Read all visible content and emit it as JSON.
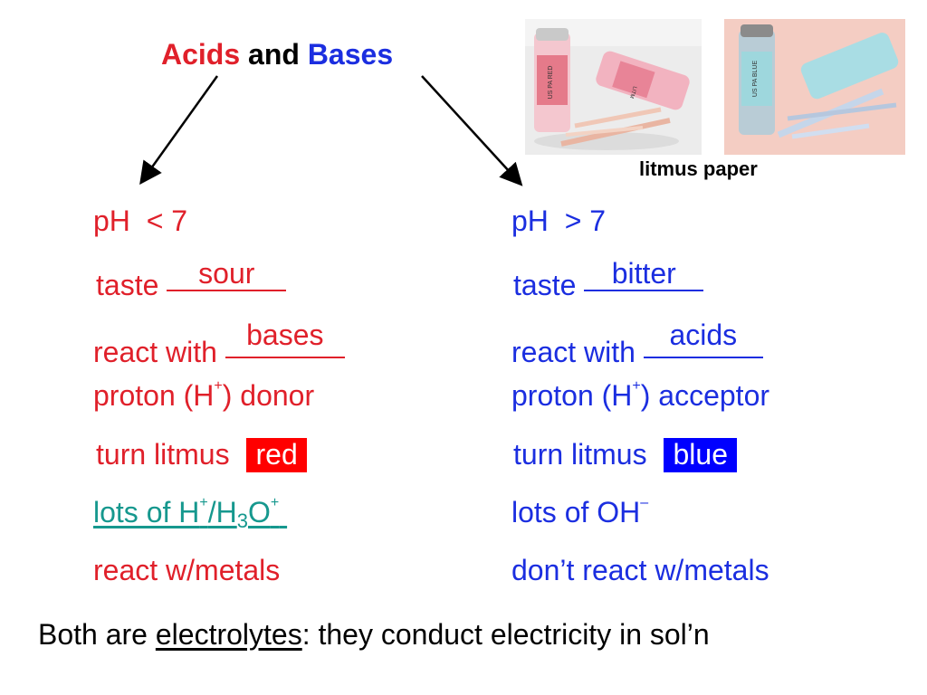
{
  "title": {
    "word1": "Acids",
    "word2": "and",
    "word3": "Bases"
  },
  "caption": "litmus paper",
  "photos": {
    "left": {
      "vial_label": "US PA RED",
      "strip_label": "LITM"
    },
    "right": {
      "vial_label": "US PA BLUE"
    }
  },
  "acids": {
    "ph_label": "pH",
    "ph_value": "< 7",
    "taste_label": "taste",
    "taste_answer": "sour",
    "react_label": "react with",
    "react_answer": "bases",
    "proton_a": "proton (H",
    "proton_sup": "+",
    "proton_b": ") donor",
    "litmus_label": "turn litmus",
    "litmus_answer": "red",
    "lots_a": "lots of H",
    "lots_sup1": "+",
    "lots_b": "/H",
    "lots_sub": "3",
    "lots_c": "O",
    "lots_sup2": "+",
    "metals": "react w/metals"
  },
  "bases": {
    "ph_label": "pH",
    "ph_value": "> 7",
    "taste_label": "taste",
    "taste_answer": "bitter",
    "react_label": "react with",
    "react_answer": "acids",
    "proton_a": "proton (H",
    "proton_sup": "+",
    "proton_b": ") acceptor",
    "litmus_label": "turn litmus",
    "litmus_answer": "blue",
    "lots_a": "lots of OH",
    "lots_sup": "–",
    "metals": "don’t react w/metals"
  },
  "bottom": {
    "prefix": "Both are",
    "keyword": "electrolytes",
    "suffix": ": they conduct electricity in sol’n"
  },
  "colors": {
    "acid_text": "#e0202a",
    "base_text": "#1b2ee0",
    "teal_text": "#16988e",
    "red_box": "#ff0000",
    "blue_box": "#0000ff"
  }
}
